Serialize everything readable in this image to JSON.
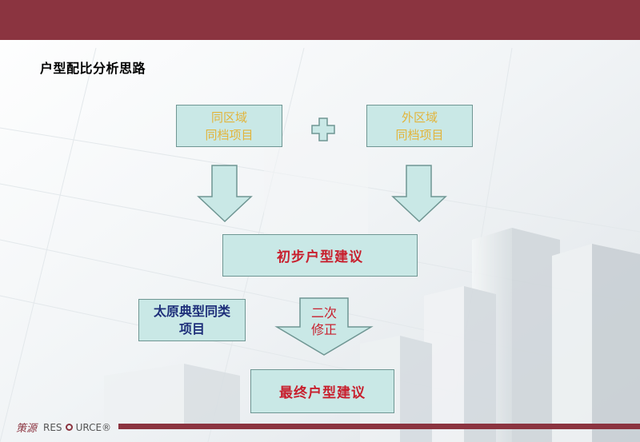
{
  "page_title": "户型配比分析思路",
  "source_boxes": [
    {
      "line1": "同区域",
      "line2": "同档项目"
    },
    {
      "line1": "外区域",
      "line2": "同档项目"
    }
  ],
  "plus_symbol": "+",
  "initial_suggestion": "初步户型建议",
  "reference_box": {
    "line1": "太原典型同类",
    "line2": "项目"
  },
  "revision_label": {
    "line1": "二次",
    "line2": "修正"
  },
  "final_suggestion": "最终户型建议",
  "footer": {
    "logo_cn": "策源",
    "logo_en_part1": "RES",
    "logo_en_part2": "URCE®"
  },
  "colors": {
    "brand": "#8b3440",
    "box_fill": "#c9e8e6",
    "box_border": "#6f9693",
    "source_text": "#e2b43a",
    "result_text": "#c8202e",
    "reference_text": "#1e2f7a"
  }
}
